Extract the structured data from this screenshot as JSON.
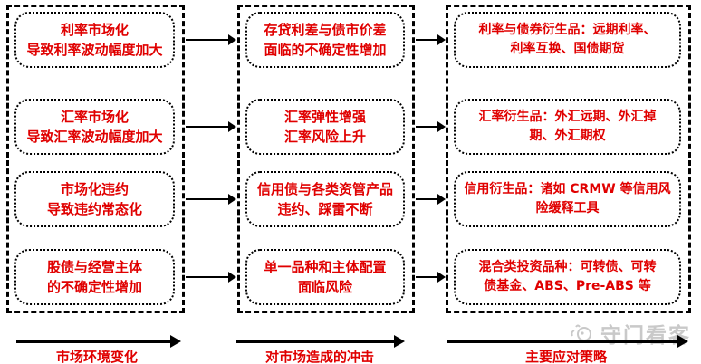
{
  "diagram": {
    "columns": [
      {
        "id": "market-environment",
        "boxes": [
          {
            "text": "利率市场化\n导致利率波动幅度加大"
          },
          {
            "text": "汇率市场化\n导致汇率波动幅度加大"
          },
          {
            "text": "市场化违约\n导致违约常态化"
          },
          {
            "text": "股债与经营主体\n的不确定性增加"
          }
        ]
      },
      {
        "id": "market-impact",
        "boxes": [
          {
            "text": "存贷利差与债市价差\n面临的不确定性增加"
          },
          {
            "text": "汇率弹性增强\n汇率风险上升"
          },
          {
            "text": "信用债与各类资管产品\n违约、踩雷不断"
          },
          {
            "text": "单一品种和主体配置\n面临风险"
          }
        ]
      },
      {
        "id": "response-strategies",
        "boxes": [
          {
            "text": "利率与债券衍生品：远期利率、\n利率互换、国债期货"
          },
          {
            "text": "汇率衍生品：外汇远期、外汇掉\n期、外汇期权"
          },
          {
            "text": "信用衍生品：诸如 CRMW 等信用风\n险缓释工具"
          },
          {
            "text": "混合类投资品种：可转债、可转\n债基金、ABS、Pre-ABS 等"
          }
        ]
      }
    ],
    "stages": [
      {
        "label": "市场环境变化"
      },
      {
        "label": "对市场造成的冲击"
      },
      {
        "label": "主要应对策略"
      }
    ],
    "watermark": {
      "label": "守门看客"
    },
    "colors": {
      "text_red": "#e00000",
      "line_black": "#000000",
      "watermark_gray": "#c9c9c9"
    }
  }
}
